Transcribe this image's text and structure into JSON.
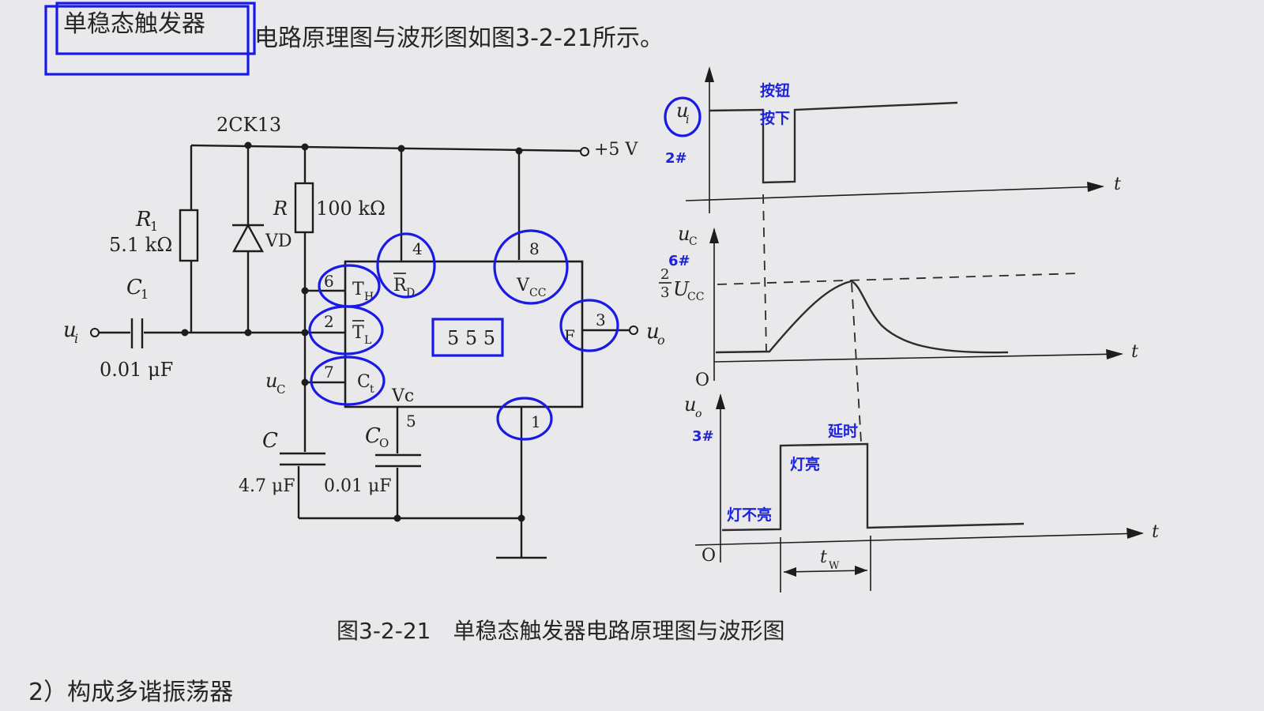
{
  "intro": {
    "highlight": "单稳态触发器",
    "rest": "电路原理图与波形图如图3-2-21所示。"
  },
  "circuit": {
    "diode_part": "2CK13",
    "supply": "+5 V",
    "r1_label": "R",
    "r1_sub": "1",
    "r1_value": "5.1 kΩ",
    "r_label": "R",
    "r_value": "100 kΩ",
    "vd_label": "VD",
    "c1_label": "C",
    "c1_sub": "1",
    "c1_value": "0.01 μF",
    "ui_label": "u",
    "ui_sub": "i",
    "uc_label": "u",
    "uc_sub": "C",
    "c_label": "C",
    "c_value": "4.7 μF",
    "co_label": "C",
    "co_sub": "O",
    "co_value": "0.01 μF",
    "uo_label": "u",
    "uo_sub": "o",
    "chip": "5 5 5",
    "chip_vc": "Vc",
    "chip_f": "F",
    "pins": {
      "p6": "6",
      "th": "T",
      "th_sub": "H",
      "p2": "2",
      "tl": "T",
      "tl_sub": "L",
      "p7": "7",
      "ct": "C",
      "ct_sub": "t",
      "p4": "4",
      "rd": "R",
      "rd_sub": "D",
      "p8": "8",
      "vcc": "V",
      "vcc_sub": "CC",
      "p3": "3",
      "p5": "5",
      "p1": "1"
    }
  },
  "waveforms": {
    "ui_axis": "u",
    "ui_axis_sub": "i",
    "uc_axis": "u",
    "uc_axis_sub": "C",
    "uo_axis": "u",
    "uo_axis_sub": "o",
    "t_label": "t",
    "origin": "O",
    "two_thirds_num": "2",
    "two_thirds_den": "3",
    "two_thirds_u": "U",
    "two_thirds_sub": "CC",
    "tw": "t",
    "tw_sub": "W"
  },
  "annotations": {
    "button_1": "按钮",
    "button_2": "按下",
    "pin2": "2#",
    "pin6": "6#",
    "pin3": "3#",
    "delay": "延时",
    "lamp_on": "灯亮",
    "lamp_off": "灯不亮"
  },
  "caption": "图3-2-21　单稳态触发器电路原理图与波形图",
  "section_heading": "2）构成多谐振荡器",
  "colors": {
    "annotation": "#1a1ae6",
    "ink": "#222222",
    "paper": "#e9e8ea"
  }
}
